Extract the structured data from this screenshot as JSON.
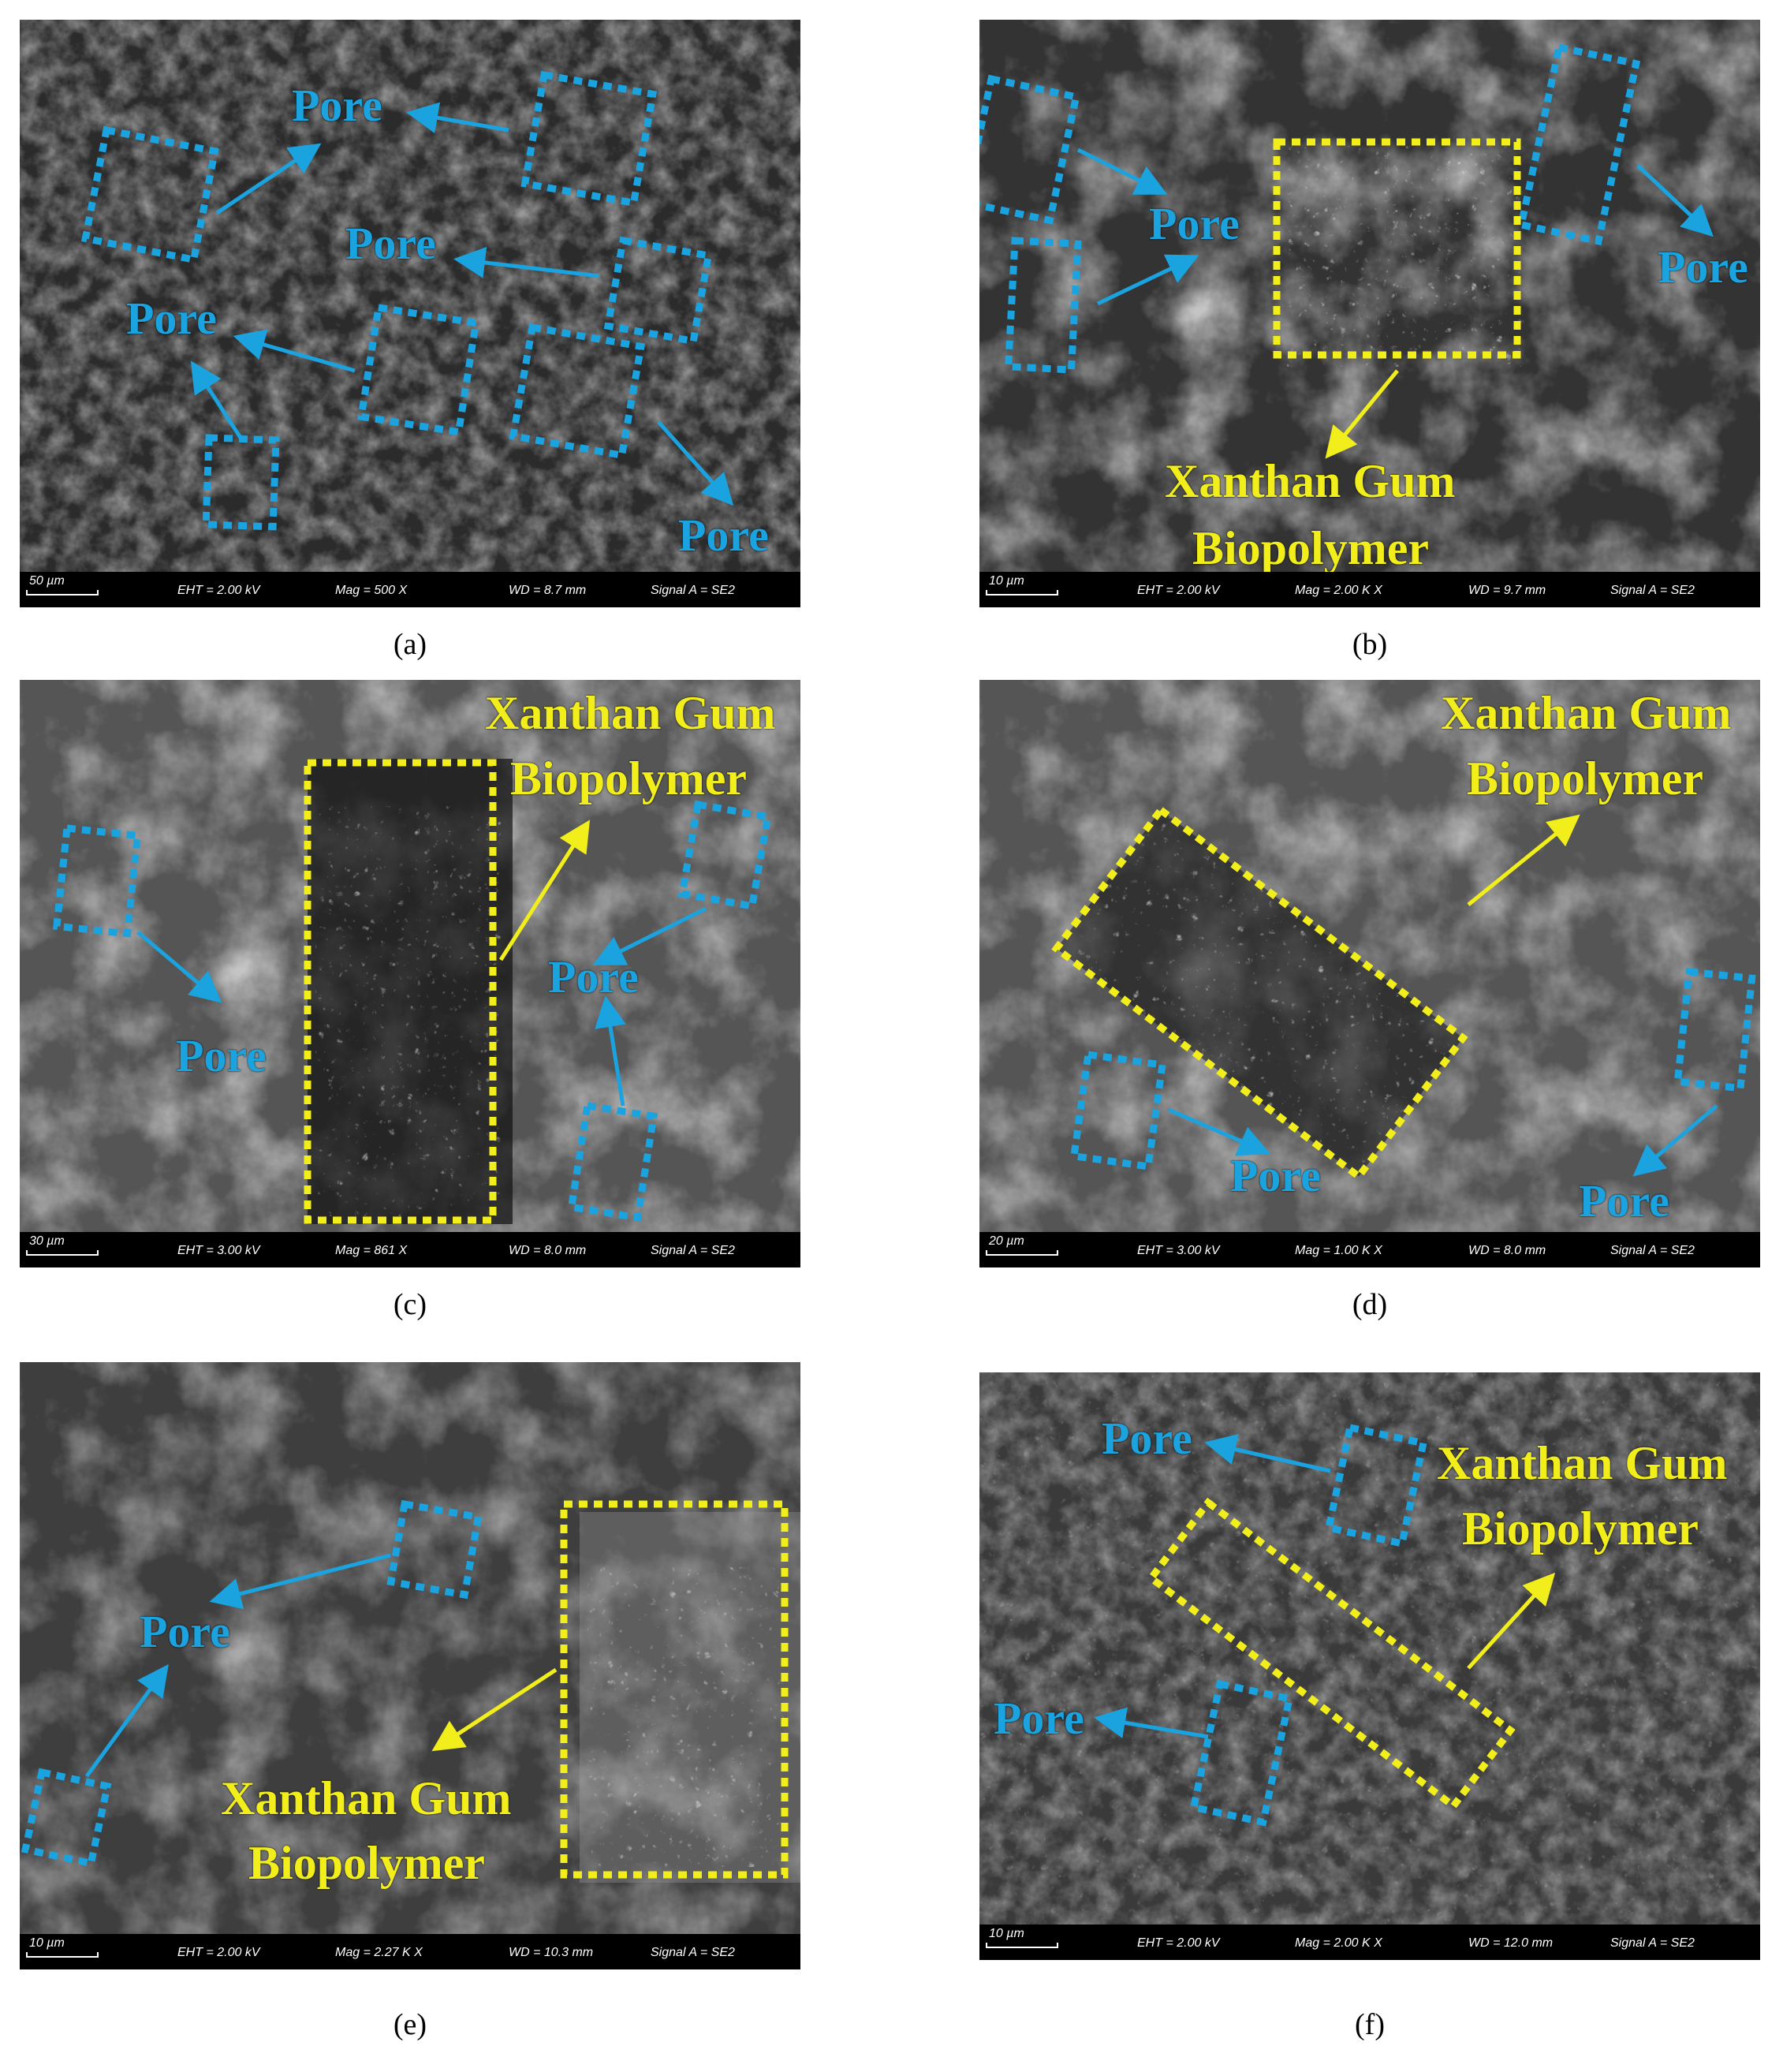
{
  "panels": [
    {
      "caption": "(a)",
      "scale": "50 µm",
      "eht": "EHT =  2.00 kV",
      "mag": "Mag =    500 X",
      "wd": "WD =  8.7 mm",
      "signal": "Signal A = SE2",
      "labels": [
        "Pore",
        "Pore",
        "Pore",
        "Pore"
      ]
    },
    {
      "caption": "(b)",
      "scale": "10 µm",
      "eht": "EHT =  2.00 kV",
      "mag": "Mag =    2.00 K X",
      "wd": "WD =  9.7 mm",
      "signal": "Signal A = SE2",
      "labels": [
        "Pore",
        "Pore",
        "Xanthan Gum",
        "Biopolymer"
      ]
    },
    {
      "caption": "(c)",
      "scale": "30 µm",
      "eht": "EHT =  3.00 kV",
      "mag": "Mag =    861 X",
      "wd": "WD =  8.0 mm",
      "signal": "Signal A = SE2",
      "labels": [
        "Xanthan Gum",
        "Biopolymer",
        "Pore",
        "Pore"
      ]
    },
    {
      "caption": "(d)",
      "scale": "20 µm",
      "eht": "EHT =  3.00 kV",
      "mag": "Mag =    1.00 K X",
      "wd": "WD =  8.0 mm",
      "signal": "Signal A = SE2",
      "labels": [
        "Xanthan Gum",
        "Biopolymer",
        "Pore",
        "Pore"
      ]
    },
    {
      "caption": "(e)",
      "scale": "10 µm",
      "eht": "EHT =  2.00 kV",
      "mag": "Mag =    2.27 K X",
      "wd": "WD = 10.3 mm",
      "signal": "Signal A = SE2",
      "labels": [
        "Pore",
        "Xanthan Gum",
        "Biopolymer"
      ]
    },
    {
      "caption": "(f)",
      "scale": "10 µm",
      "eht": "EHT =  2.00 kV",
      "mag": "Mag =    2.00 K X",
      "wd": "WD = 12.0 mm",
      "signal": "Signal A = SE2",
      "labels": [
        "Pore",
        "Xanthan Gum",
        "Biopolymer",
        "Pore"
      ]
    }
  ],
  "colors": {
    "pore": "#1ba3e0",
    "biopolymer": "#f2ee1c",
    "sem_background": "#3a3a3a"
  }
}
